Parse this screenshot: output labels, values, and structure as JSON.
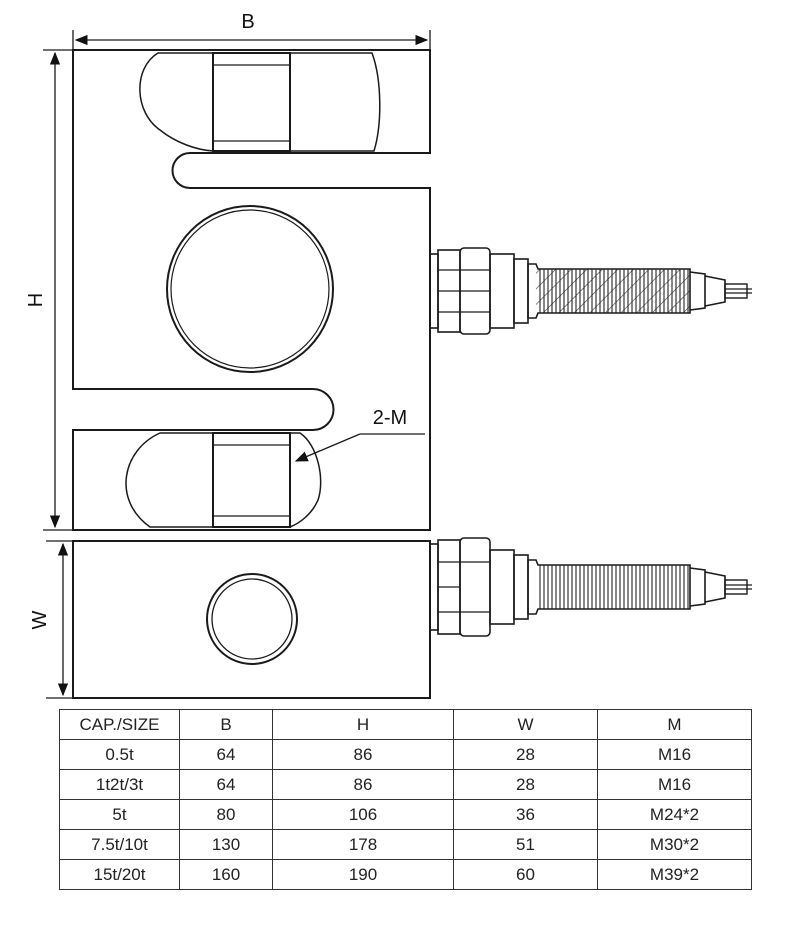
{
  "labels": {
    "width_dim": "B",
    "height_dim": "H",
    "depth_dim": "W",
    "thread_callout": "2-M"
  },
  "table": {
    "headers": [
      "CAP./SIZE",
      "B",
      "H",
      "W",
      "M"
    ],
    "rows": [
      [
        "0.5t",
        "64",
        "86",
        "28",
        "M16"
      ],
      [
        "1t2t/3t",
        "64",
        "86",
        "28",
        "M16"
      ],
      [
        "5t",
        "80",
        "106",
        "36",
        "M24*2"
      ],
      [
        "7.5t/10t",
        "130",
        "178",
        "51",
        "M30*2"
      ],
      [
        "15t/20t",
        "160",
        "190",
        "60",
        "M39*2"
      ]
    ]
  }
}
